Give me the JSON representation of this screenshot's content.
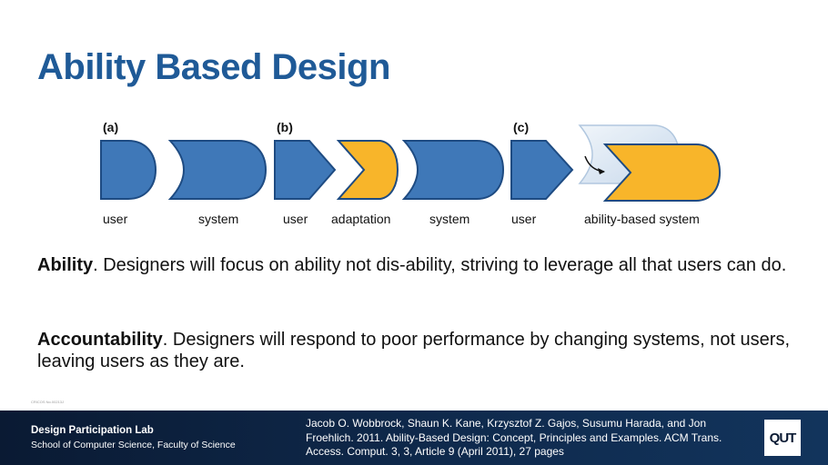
{
  "slide": {
    "title": "Ability Based Design"
  },
  "diagram": {
    "panels": [
      "(a)",
      "(b)",
      "(c)"
    ],
    "labels": {
      "a_user": "user",
      "a_system": "system",
      "b_user": "user",
      "b_adaptation": "adaptation",
      "b_system": "system",
      "c_user": "user",
      "c_ability_system": "ability-based system"
    },
    "colors": {
      "blue": "#3f78b8",
      "blue_stroke": "#1e4b82",
      "orange": "#f8b52a",
      "orange_stroke": "#1e4b82",
      "ghost": "#d6e4f2"
    }
  },
  "body": {
    "p1_term": "Ability",
    "p1_text": ". Designers will focus on ability not dis-ability, striving to leverage all that users can do.",
    "p2_term": "Accountability",
    "p2_text": ". Designers will respond to poor performance by changing systems, not users, leaving users as they are."
  },
  "cricos": "CRICOS No.00213J",
  "footer": {
    "lab": "Design Participation Lab",
    "school": "School of Computer Science, Faculty of Science",
    "reference": "Jacob O. Wobbrock, Shaun K. Kane, Krzysztof Z. Gajos, Susumu Harada, and Jon Froehlich. 2011. Ability-Based Design: Concept, Principles and Examples. ACM Trans. Access. Comput. 3, 3, Article 9 (April 2011), 27 pages",
    "logo": "QUT"
  }
}
